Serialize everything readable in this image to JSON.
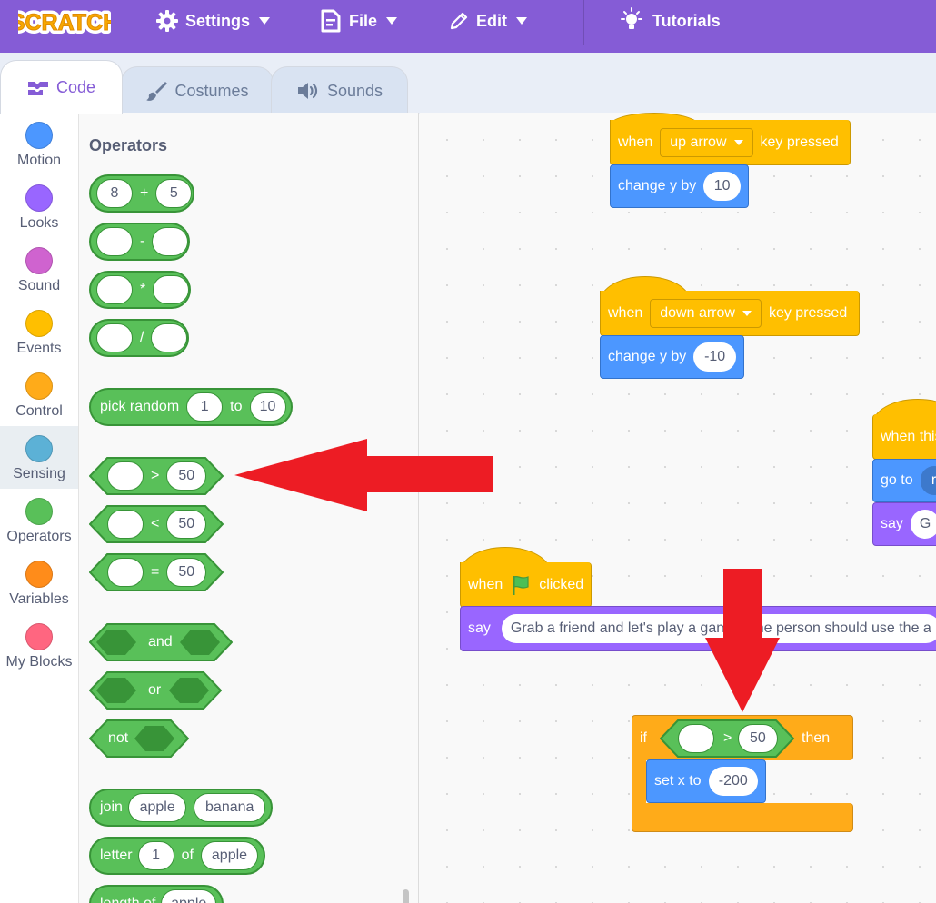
{
  "menu": {
    "logo_text": "SCRATCH",
    "settings": "Settings",
    "file": "File",
    "edit": "Edit",
    "tutorials": "Tutorials"
  },
  "tabs": {
    "code": "Code",
    "costumes": "Costumes",
    "sounds": "Sounds"
  },
  "categories": [
    {
      "label": "Motion",
      "color": "#4c97ff"
    },
    {
      "label": "Looks",
      "color": "#9966ff"
    },
    {
      "label": "Sound",
      "color": "#cf63cf"
    },
    {
      "label": "Events",
      "color": "#ffbf00"
    },
    {
      "label": "Control",
      "color": "#ffab19"
    },
    {
      "label": "Sensing",
      "color": "#5cb1d6"
    },
    {
      "label": "Operators",
      "color": "#59c059"
    },
    {
      "label": "Variables",
      "color": "#ff8c1a"
    },
    {
      "label": "My Blocks",
      "color": "#ff6680"
    }
  ],
  "palette": {
    "title": "Operators",
    "add": {
      "a": "8",
      "op": "+",
      "b": "5"
    },
    "subtract": {
      "op": "-"
    },
    "multiply": {
      "op": "*"
    },
    "divide": {
      "op": "/"
    },
    "random": {
      "label": "pick random",
      "from": "1",
      "to_label": "to",
      "to": "10"
    },
    "gt": {
      "op": ">",
      "b": "50"
    },
    "lt": {
      "op": "<",
      "b": "50"
    },
    "eq": {
      "op": "=",
      "b": "50"
    },
    "and": {
      "label": "and"
    },
    "or": {
      "label": "or"
    },
    "not": {
      "label": "not"
    },
    "join": {
      "label": "join",
      "a": "apple",
      "b": "banana"
    },
    "letter": {
      "label": "letter",
      "n": "1",
      "of": "of",
      "s": "apple"
    },
    "length": {
      "label": "length of",
      "s": "apple"
    }
  },
  "scripts": {
    "up": {
      "when": "when",
      "key": "up arrow",
      "pressed": "key pressed",
      "change": "change y by",
      "value": "10"
    },
    "down": {
      "when": "when",
      "key": "down arrow",
      "pressed": "key pressed",
      "change": "change y by",
      "value": "-10"
    },
    "sprite": {
      "when": "when this",
      "goto": "go to",
      "goto_val": "r",
      "say": "say",
      "say_val": "G"
    },
    "flag": {
      "when": "when",
      "clicked": "clicked",
      "say": "say",
      "message": "Grab a friend and let's play a game! One person should use the a"
    },
    "if_block": {
      "if": "if",
      "op": ">",
      "b": "50",
      "then": "then",
      "setx": "set x to",
      "setx_val": "-200"
    }
  },
  "colors": {
    "menu": "#855cd6",
    "operators": "#59c059",
    "events": "#ffbf00",
    "motion": "#4c97ff",
    "looks": "#9966ff",
    "control": "#ffab19",
    "arrow": "#ed1c24"
  }
}
